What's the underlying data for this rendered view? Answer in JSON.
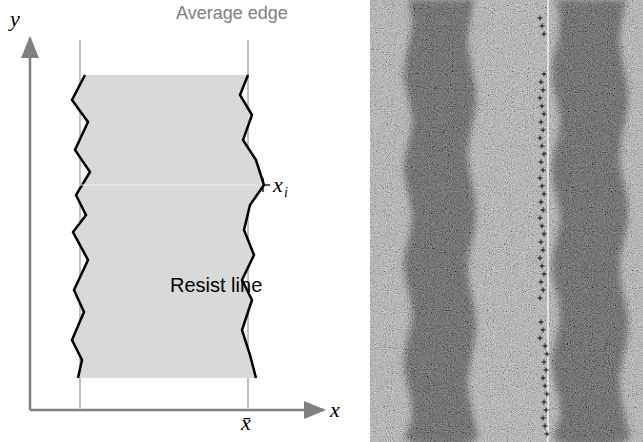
{
  "diagram": {
    "nodes": [
      {
        "text": [
          "Resist line"
        ]
      }
    ],
    "labels": [
      "y",
      "Average edge",
      "x",
      "i",
      "x",
      "x̄"
    ]
  }
}
